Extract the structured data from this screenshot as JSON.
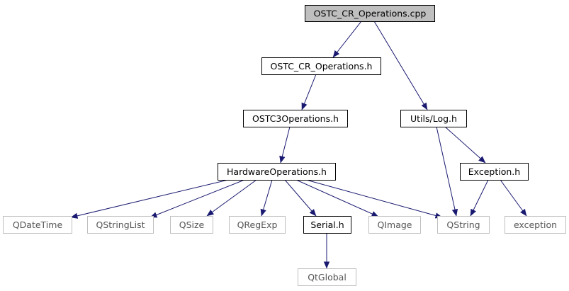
{
  "nodes": {
    "root": {
      "label": "OSTC_CR_Operations.cpp",
      "kind": "root"
    },
    "cr_h": {
      "label": "OSTC_CR_Operations.h",
      "kind": "header"
    },
    "ostc3_h": {
      "label": "OSTC3Operations.h",
      "kind": "header"
    },
    "hw_h": {
      "label": "HardwareOperations.h",
      "kind": "header"
    },
    "log_h": {
      "label": "Utils/Log.h",
      "kind": "header"
    },
    "exc_h": {
      "label": "Exception.h",
      "kind": "header"
    },
    "serial_h": {
      "label": "Serial.h",
      "kind": "header"
    },
    "qdatetime": {
      "label": "QDateTime",
      "kind": "external"
    },
    "qstringlist": {
      "label": "QStringList",
      "kind": "external"
    },
    "qsize": {
      "label": "QSize",
      "kind": "external"
    },
    "qregexp": {
      "label": "QRegExp",
      "kind": "external"
    },
    "qimage": {
      "label": "QImage",
      "kind": "external"
    },
    "qstring": {
      "label": "QString",
      "kind": "external"
    },
    "exception": {
      "label": "exception",
      "kind": "external"
    },
    "qtglobal": {
      "label": "QtGlobal",
      "kind": "external"
    }
  },
  "edges": [
    [
      "root",
      "cr_h"
    ],
    [
      "root",
      "log_h"
    ],
    [
      "cr_h",
      "ostc3_h"
    ],
    [
      "ostc3_h",
      "hw_h"
    ],
    [
      "hw_h",
      "qdatetime"
    ],
    [
      "hw_h",
      "qstringlist"
    ],
    [
      "hw_h",
      "qsize"
    ],
    [
      "hw_h",
      "qregexp"
    ],
    [
      "hw_h",
      "serial_h"
    ],
    [
      "hw_h",
      "qimage"
    ],
    [
      "hw_h",
      "qstring"
    ],
    [
      "serial_h",
      "qtglobal"
    ],
    [
      "log_h",
      "exc_h"
    ],
    [
      "log_h",
      "qstring"
    ],
    [
      "exc_h",
      "qstring"
    ],
    [
      "exc_h",
      "exception"
    ]
  ],
  "colors": {
    "edge": "#191970",
    "root_fill": "#bfbfbf",
    "border": "#000000",
    "external_border": "#bfbfbf",
    "external_text": "#555555",
    "fill": "#ffffff"
  }
}
